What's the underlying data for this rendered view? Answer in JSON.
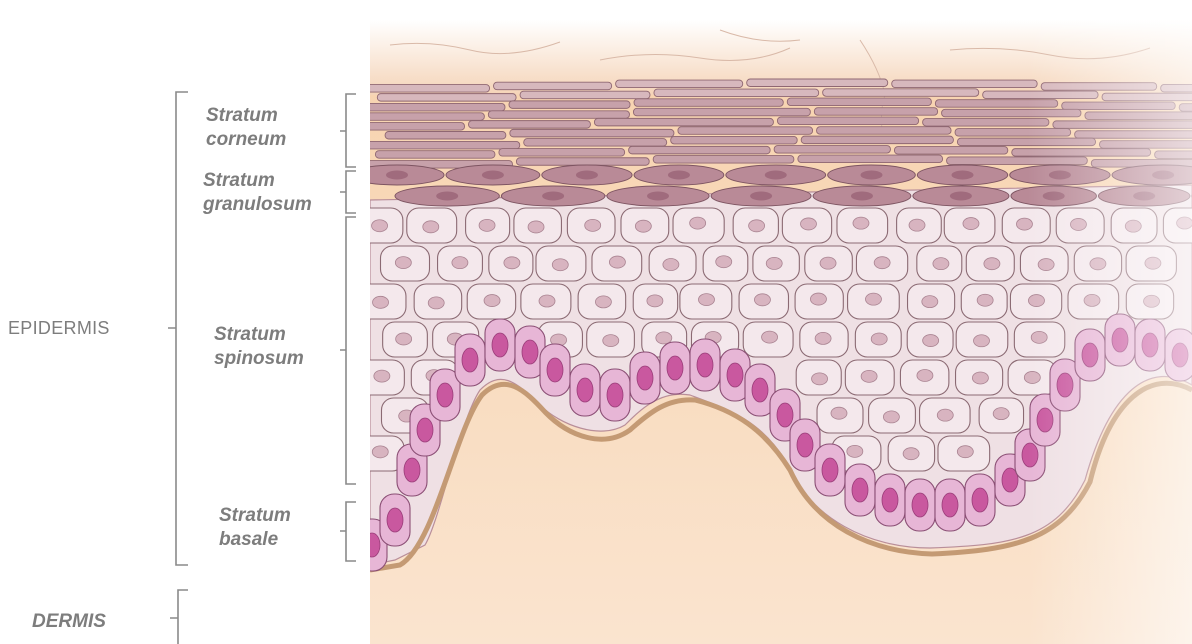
{
  "labels": {
    "epidermis": "EPIDERMIS",
    "dermis": "DERMIS",
    "stratum_corneum": "Stratum\ncorneum",
    "stratum_granulosum": "Stratum\ngranulosum",
    "stratum_spinosum": "Stratum\nspinosum",
    "stratum_basale": "Stratum\nbasale"
  },
  "colors": {
    "label_text": "#7d7d7d",
    "bracket": "#8a8a8a",
    "dermis_bg": "#f7d6b4",
    "corneum": "#c7a1aa",
    "granulosum": "#b98a97",
    "spinosum_cell": "#f4e8ec",
    "spinosum_nucleus": "#d8b4c0",
    "basale_cell": "#e7b6d6",
    "basale_nucleus": "#c9589f"
  }
}
